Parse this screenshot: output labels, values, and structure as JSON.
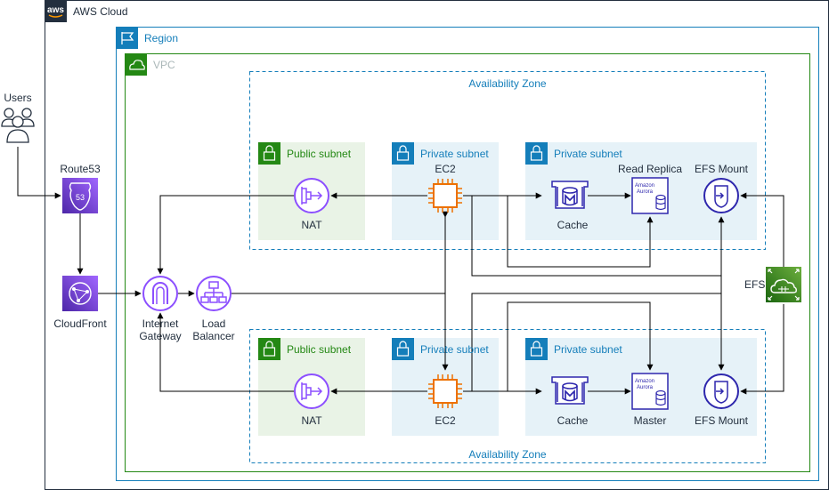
{
  "groups": {
    "cloud": "AWS Cloud",
    "region": "Region",
    "vpc": "VPC",
    "az_top": "Availability Zone",
    "az_bottom": "Availability Zone"
  },
  "subnets": {
    "top_public": "Public subnet",
    "top_private_1": "Private subnet",
    "top_private_2": "Private subnet",
    "bottom_public": "Public subnet",
    "bottom_private_1": "Private subnet",
    "bottom_private_2": "Private subnet"
  },
  "nodes": {
    "users": "Users",
    "route53": "Route53",
    "route53_badge": "53",
    "cloudfront": "CloudFront",
    "igw_line1": "Internet",
    "igw_line2": "Gateway",
    "lb_line1": "Load",
    "lb_line2": "Balancer",
    "nat_top": "NAT",
    "ec2_top": "EC2",
    "cache_top": "Cache",
    "replica": "Read Replica",
    "efs_mount_top": "EFS Mount",
    "nat_bottom": "NAT",
    "ec2_bottom": "EC2",
    "cache_bottom": "Cache",
    "master": "Master",
    "efs_mount_bottom": "EFS Mount",
    "efs": "EFS",
    "aurora_line1": "Amazon",
    "aurora_line2": "Aurora"
  },
  "aws_badge": "aws",
  "colors": {
    "cloud_border": "#232F3E",
    "region_border": "#147EBA",
    "vpc_border": "#248814",
    "public_fill": "#E9F3E6",
    "private_fill": "#E6F2F8",
    "network_purple": "#8C4FFF",
    "compute_orange": "#ED7100",
    "database_blue": "#2E27AD",
    "storage_green": "#3F8624",
    "edge_purple": "#8C4FFF"
  }
}
